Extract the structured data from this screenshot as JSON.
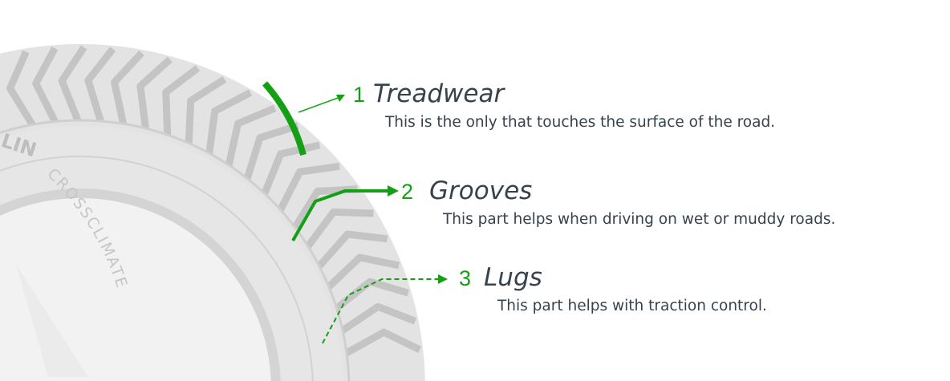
{
  "colors": {
    "accent": "#14a014",
    "text": "#36424d",
    "tire": "#d6d6d6"
  },
  "tire_brand_text": "LIN",
  "tire_model_text": "CROSSCLIMATE",
  "parts": [
    {
      "number": "1",
      "title": "Treadwear",
      "description": "This is the only that touches the surface of the road."
    },
    {
      "number": "2",
      "title": "Grooves",
      "description": "This part helps when driving on wet or muddy roads."
    },
    {
      "number": "3",
      "title": "Lugs",
      "description": "This part helps with traction control."
    }
  ]
}
